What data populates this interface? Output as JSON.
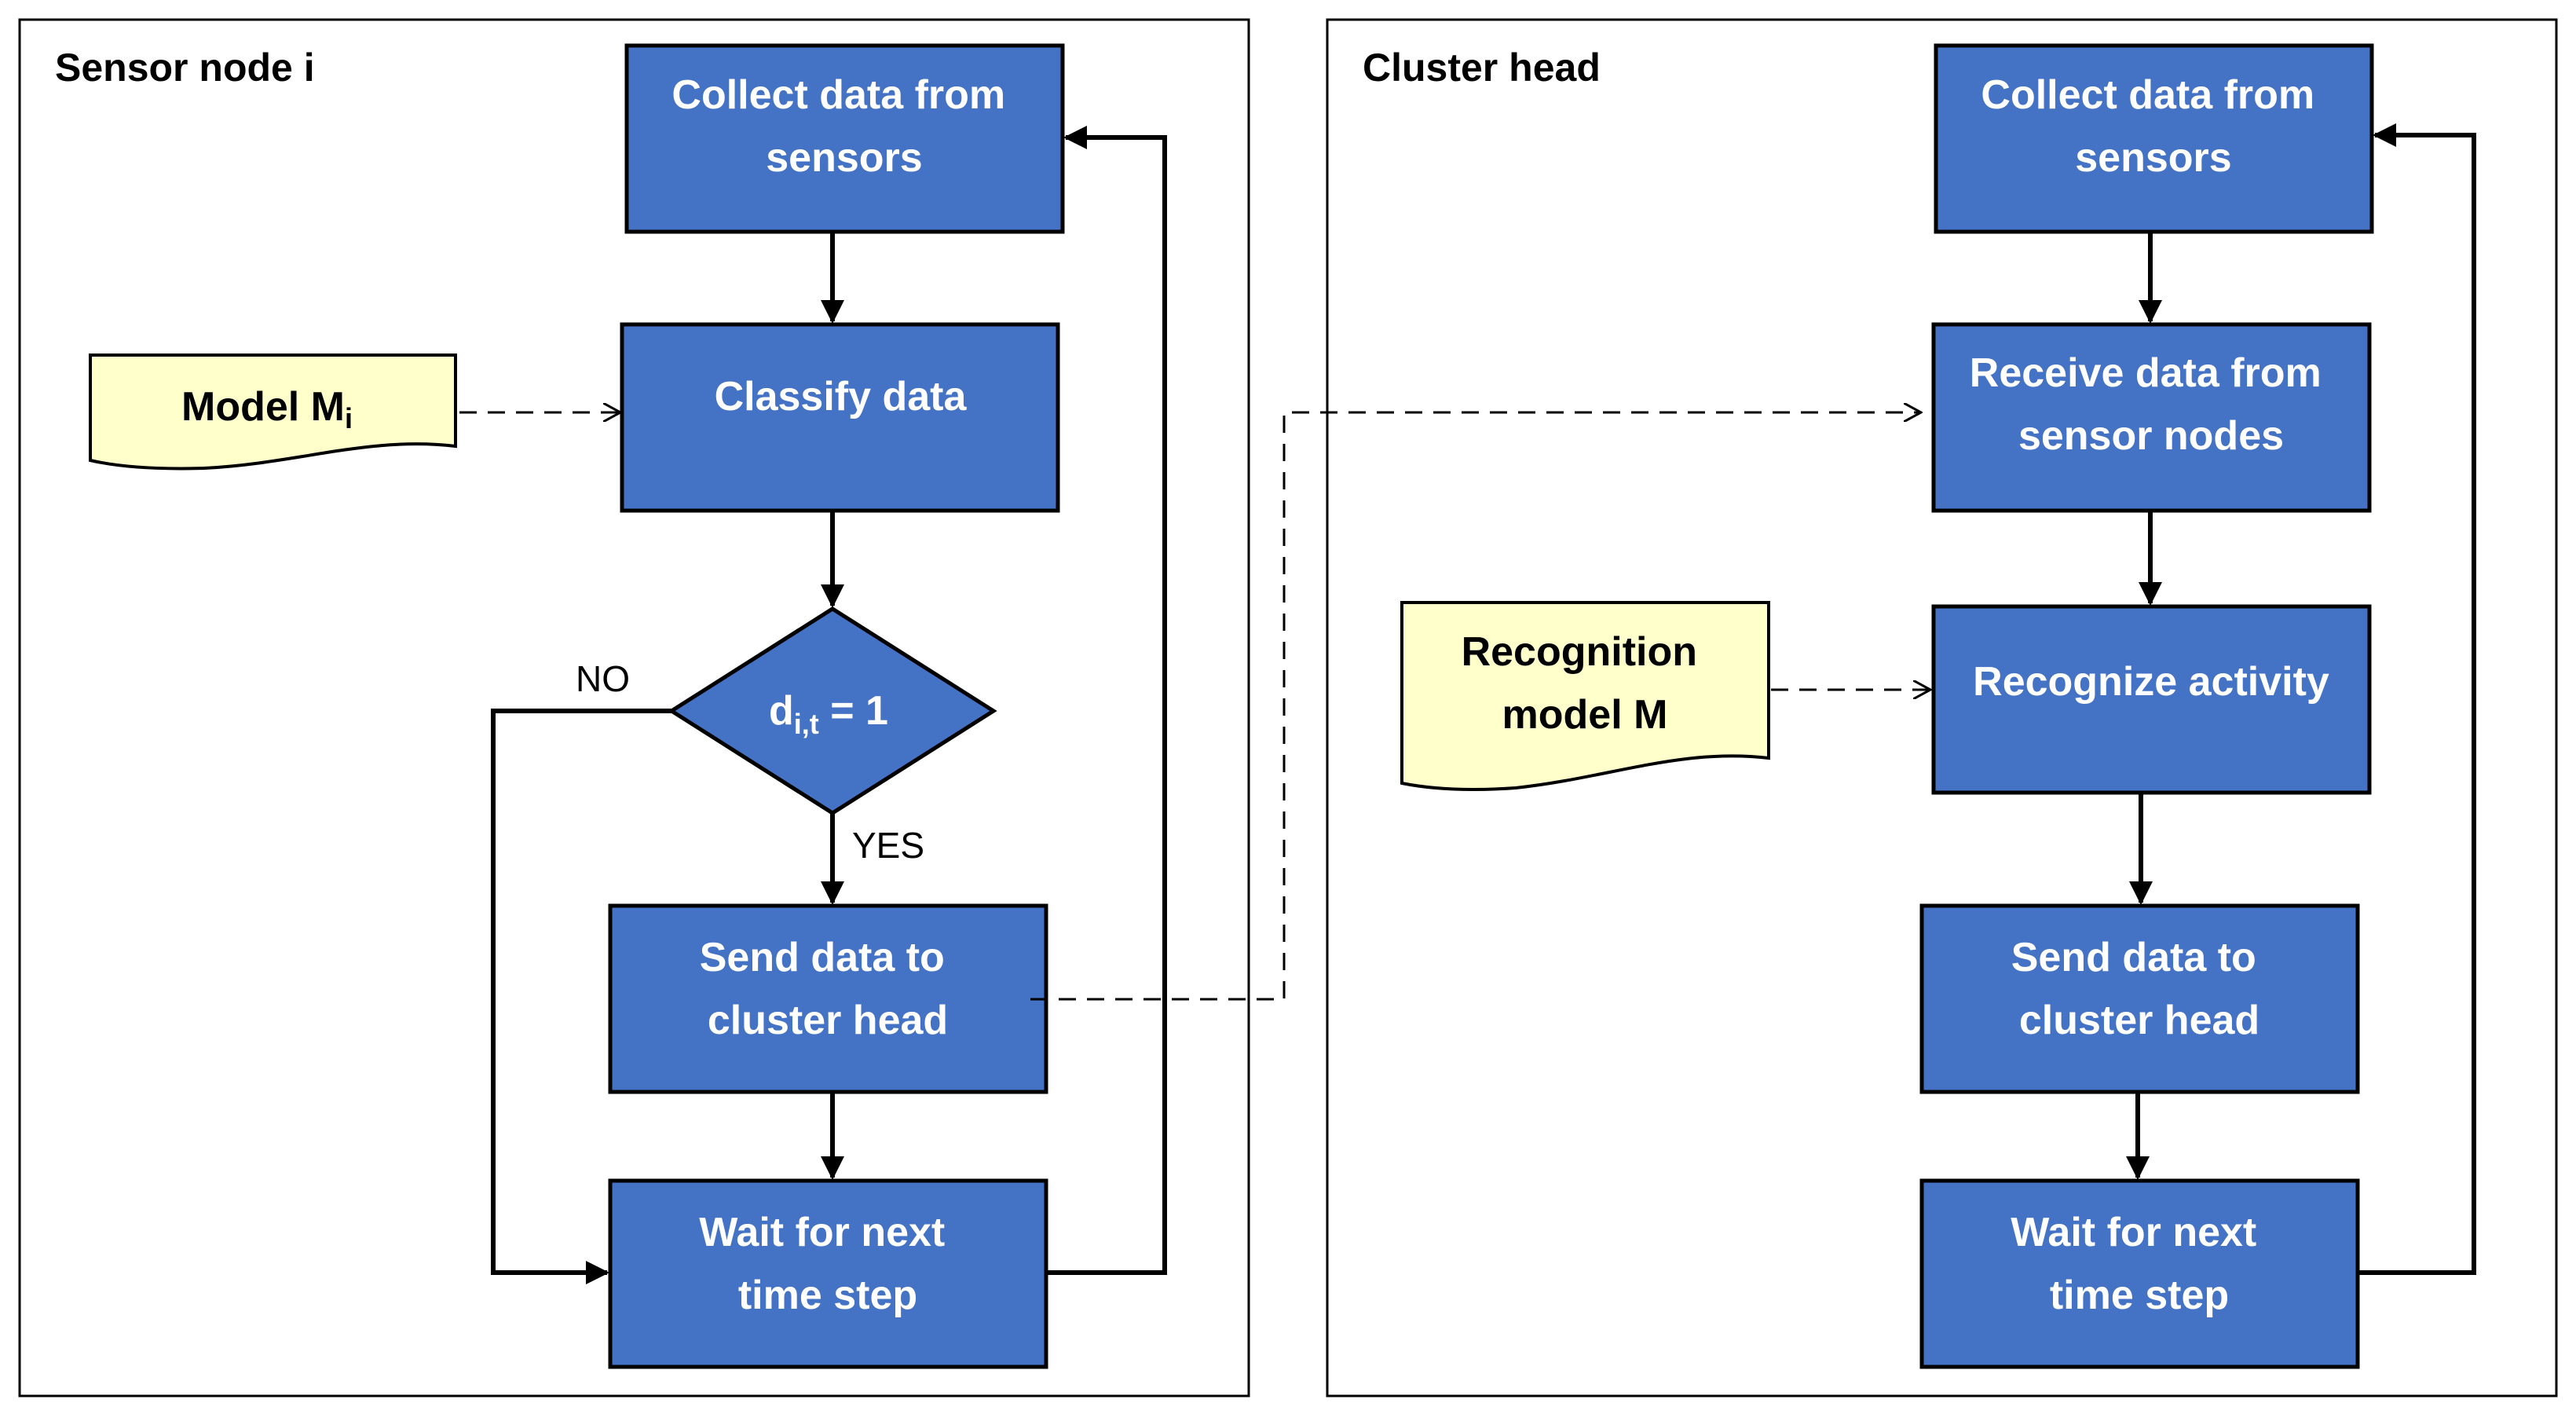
{
  "colors": {
    "process_fill": "#4472C4",
    "process_stroke": "#000000",
    "document_fill": "#FFFFCC",
    "line": "#000000",
    "background": "#FFFFFF"
  },
  "sensor_panel": {
    "title": "Sensor node i",
    "collect_box": [
      "Collect data from",
      "sensors"
    ],
    "classify_box": [
      "Classify data"
    ],
    "model_doc": {
      "text": "Model M",
      "subscript": "i"
    },
    "decision": {
      "text": "d",
      "subscript": "i,t",
      "suffix": " = 1"
    },
    "no_label": "NO",
    "yes_label": "YES",
    "send_box": [
      "Send data to",
      "cluster head"
    ],
    "wait_box": [
      "Wait for next",
      "time step"
    ]
  },
  "cluster_panel": {
    "title": "Cluster head",
    "collect_box": [
      "Collect data from",
      "sensors"
    ],
    "receive_box": [
      "Receive data from",
      "sensor nodes"
    ],
    "recognition_doc": [
      "Recognition",
      "model M"
    ],
    "recognize_box": [
      "Recognize activity"
    ],
    "send_box": [
      "Send data to",
      "cluster head"
    ],
    "wait_box": [
      "Wait for next",
      "time step"
    ]
  }
}
